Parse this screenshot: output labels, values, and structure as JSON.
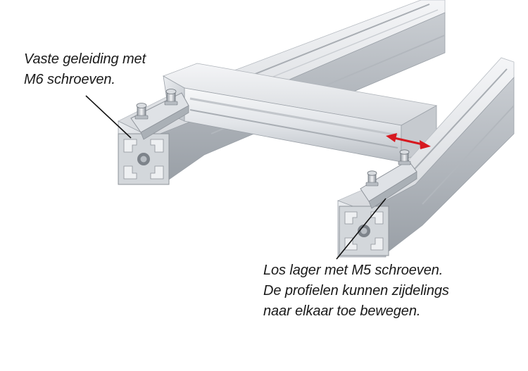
{
  "callouts": {
    "fixed_guide": {
      "lines": [
        "Vaste geleiding met",
        "M6 schroeven."
      ]
    },
    "floating_bearing": {
      "lines": [
        "Los lager met M5 schroeven.",
        "De profielen kunnen zijdelings",
        "naar elkaar toe bewegen."
      ]
    }
  },
  "colors": {
    "profile_light": "#e8eaed",
    "profile_mid": "#c4c8cd",
    "profile_dark": "#8e939a",
    "arrow": "#d71920",
    "leader": "#111111",
    "text": "#1a1a1a"
  },
  "icons": {
    "movement_arrow": "double-headed-arrow"
  }
}
